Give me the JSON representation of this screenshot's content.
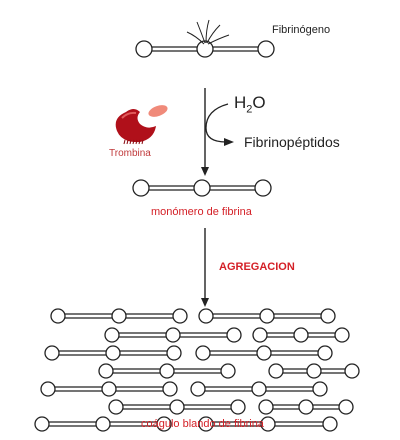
{
  "labels": {
    "fibrinogen": "Fibrinógeno",
    "water_main": "H",
    "water_sub": "2",
    "water_tail": "O",
    "fibrinopeptides": "Fibrinopéptidos",
    "thrombin": "Trombina",
    "monomer": "monómero de fibrina",
    "aggregation": "AGREGACION",
    "clot": "coágulo blando de fibrina"
  },
  "colors": {
    "ink": "#222222",
    "red_label": "#d42027",
    "thrombin_body": "#b0101a",
    "thrombin_tip": "#f08a7a"
  }
}
